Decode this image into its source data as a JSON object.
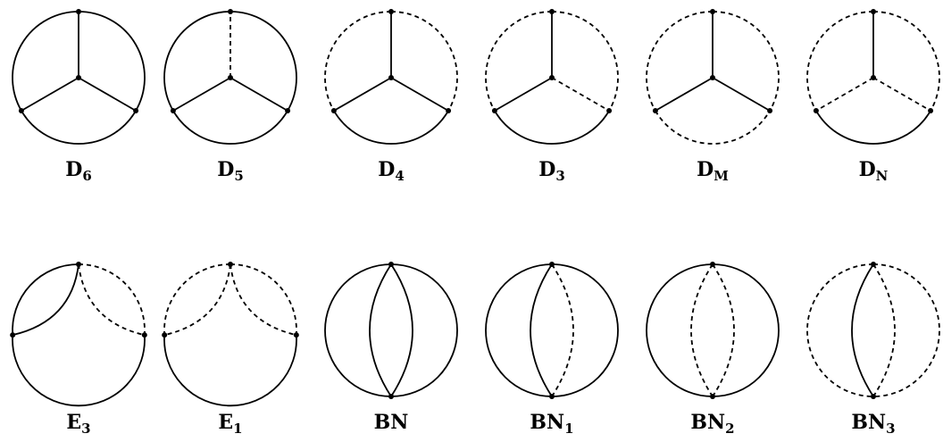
{
  "diagrams": [
    {
      "label": "D",
      "sub": "6",
      "type": "mercedes",
      "edges": {
        "arc_top_left": "solid",
        "arc_top_right": "solid",
        "arc_bottom": "solid",
        "spoke_top": "solid",
        "spoke_left": "solid",
        "spoke_right": "solid"
      }
    },
    {
      "label": "D",
      "sub": "5",
      "type": "mercedes",
      "edges": {
        "arc_top_left": "solid",
        "arc_top_right": "solid",
        "arc_bottom": "solid",
        "spoke_top": "dashed",
        "spoke_left": "solid",
        "spoke_right": "solid"
      }
    },
    {
      "label": "D",
      "sub": "4",
      "type": "mercedes",
      "edges": {
        "arc_top_left": "dashed",
        "arc_top_right": "dashed",
        "arc_bottom": "solid",
        "spoke_top": "solid",
        "spoke_left": "solid",
        "spoke_right": "solid"
      }
    },
    {
      "label": "D",
      "sub": "3",
      "type": "mercedes",
      "edges": {
        "arc_top_left": "dashed",
        "arc_top_right": "dashed",
        "arc_bottom": "solid",
        "spoke_top": "solid",
        "spoke_left": "solid",
        "spoke_right": "dashed"
      }
    },
    {
      "label": "D",
      "sub": "M",
      "type": "mercedes",
      "edges": {
        "arc_top_left": "dashed",
        "arc_top_right": "dashed",
        "arc_bottom": "dashed",
        "spoke_top": "solid",
        "spoke_left": "solid",
        "spoke_right": "solid"
      }
    },
    {
      "label": "D",
      "sub": "N",
      "type": "mercedes",
      "edges": {
        "arc_top_left": "dashed",
        "arc_top_right": "dashed",
        "arc_bottom": "solid",
        "spoke_top": "solid",
        "spoke_left": "dashed",
        "spoke_right": "dashed"
      }
    },
    {
      "label": "E",
      "sub": "3",
      "type": "eye",
      "edges": {
        "arc_top_left": "solid",
        "arc_top_right": "dashed",
        "arc_bottom": "solid",
        "inner_left": "solid",
        "inner_right": "dashed"
      }
    },
    {
      "label": "E",
      "sub": "1",
      "type": "eye",
      "edges": {
        "arc_top_left": "dashed",
        "arc_top_right": "dashed",
        "arc_bottom": "solid",
        "inner_left": "dashed",
        "inner_right": "dashed"
      }
    },
    {
      "label": "BN",
      "sub": "",
      "type": "lens",
      "edges": {
        "arc_left": "solid",
        "arc_right": "solid",
        "inner_left": "solid",
        "inner_right": "solid"
      }
    },
    {
      "label": "BN",
      "sub": "1",
      "type": "lens",
      "edges": {
        "arc_left": "solid",
        "arc_right": "solid",
        "inner_left": "solid",
        "inner_right": "dashed"
      }
    },
    {
      "label": "BN",
      "sub": "2",
      "type": "lens",
      "edges": {
        "arc_left": "solid",
        "arc_right": "solid",
        "inner_left": "dashed",
        "inner_right": "dashed"
      }
    },
    {
      "label": "BN",
      "sub": "3",
      "type": "lens",
      "edges": {
        "arc_left": "dashed",
        "arc_right": "dashed",
        "inner_left": "solid",
        "inner_right": "dashed"
      }
    }
  ]
}
